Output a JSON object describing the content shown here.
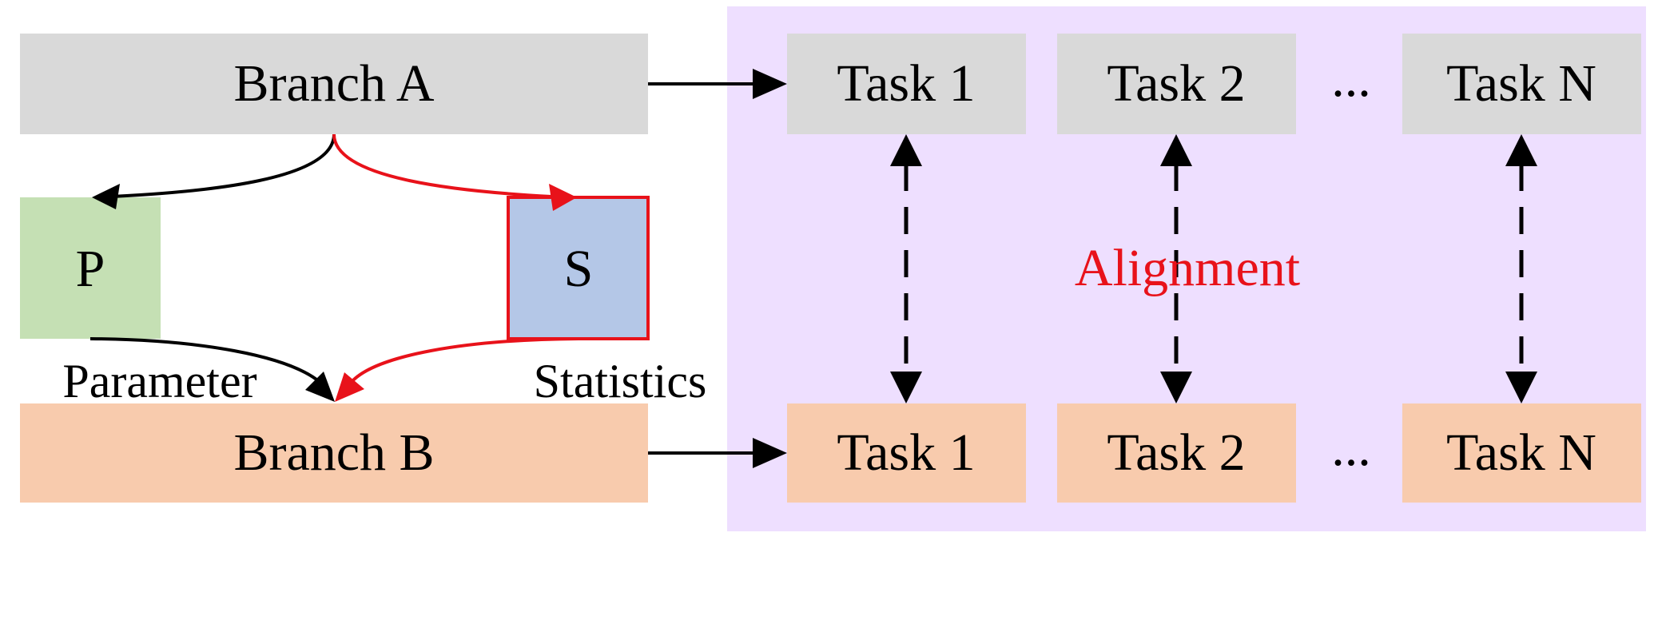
{
  "branch_a": {
    "label": "Branch A"
  },
  "branch_b": {
    "label": "Branch B"
  },
  "p_box": {
    "label": "P",
    "caption": "Parameter"
  },
  "s_box": {
    "label": "S",
    "caption": "Statistics"
  },
  "tasks_a": [
    "Task 1",
    "Task 2",
    "Task N"
  ],
  "tasks_b": [
    "Task 1",
    "Task 2",
    "Task N"
  ],
  "ellipsis": "...",
  "alignment": {
    "label": "Alignment"
  },
  "colors": {
    "gray_box": "#d9d9d9",
    "orange_box": "#f8cbad",
    "green_box": "#c5e0b4",
    "blue_box": "#b4c7e7",
    "blue_border": "#e8121a",
    "purple_panel": "#eedfff",
    "red": "#e8121a",
    "black": "#000000"
  }
}
